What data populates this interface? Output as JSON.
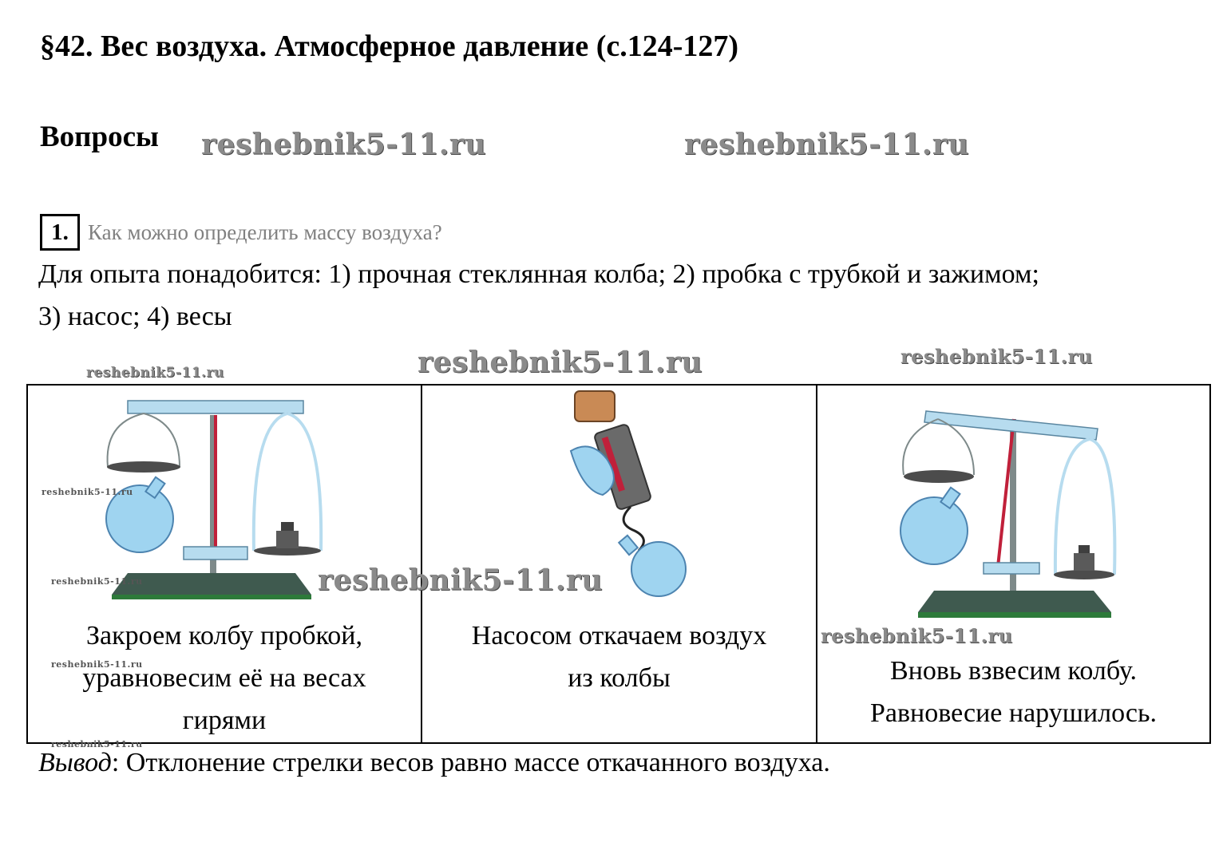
{
  "header": {
    "title": "§42. Вес воздуха. Атмосферное давление (с.124-127)",
    "subtitle": "Вопросы"
  },
  "watermark": "reshebnik5-11.ru",
  "question": {
    "number": "1.",
    "text": "Как можно определить массу воздуха?"
  },
  "answer": {
    "line1": "Для опыта понадобится: 1) прочная стеклянная колба; 2) пробка с трубкой и зажимом;",
    "line2": "3) насос; 4) весы"
  },
  "steps": [
    {
      "lines": [
        "Закроем колбу пробкой,",
        "уравновесим её на весах",
        "гирями"
      ],
      "icon": "balance-scale-level"
    },
    {
      "lines": [
        "Насосом откачаем воздух",
        "из колбы"
      ],
      "icon": "hand-pump-flask"
    },
    {
      "lines": [
        "Вновь взвесим колбу.",
        "Равновесие нарушилось."
      ],
      "icon": "balance-scale-tilted"
    }
  ],
  "conclusion": {
    "label": "Вывод",
    "text": ": Отклонение стрелки весов равно массе откачанного воздуха."
  },
  "colors": {
    "flask": "#9fd4f0",
    "base": "#3f5a4f",
    "pointer": "#c0203a",
    "beam": "#b7dcef"
  }
}
